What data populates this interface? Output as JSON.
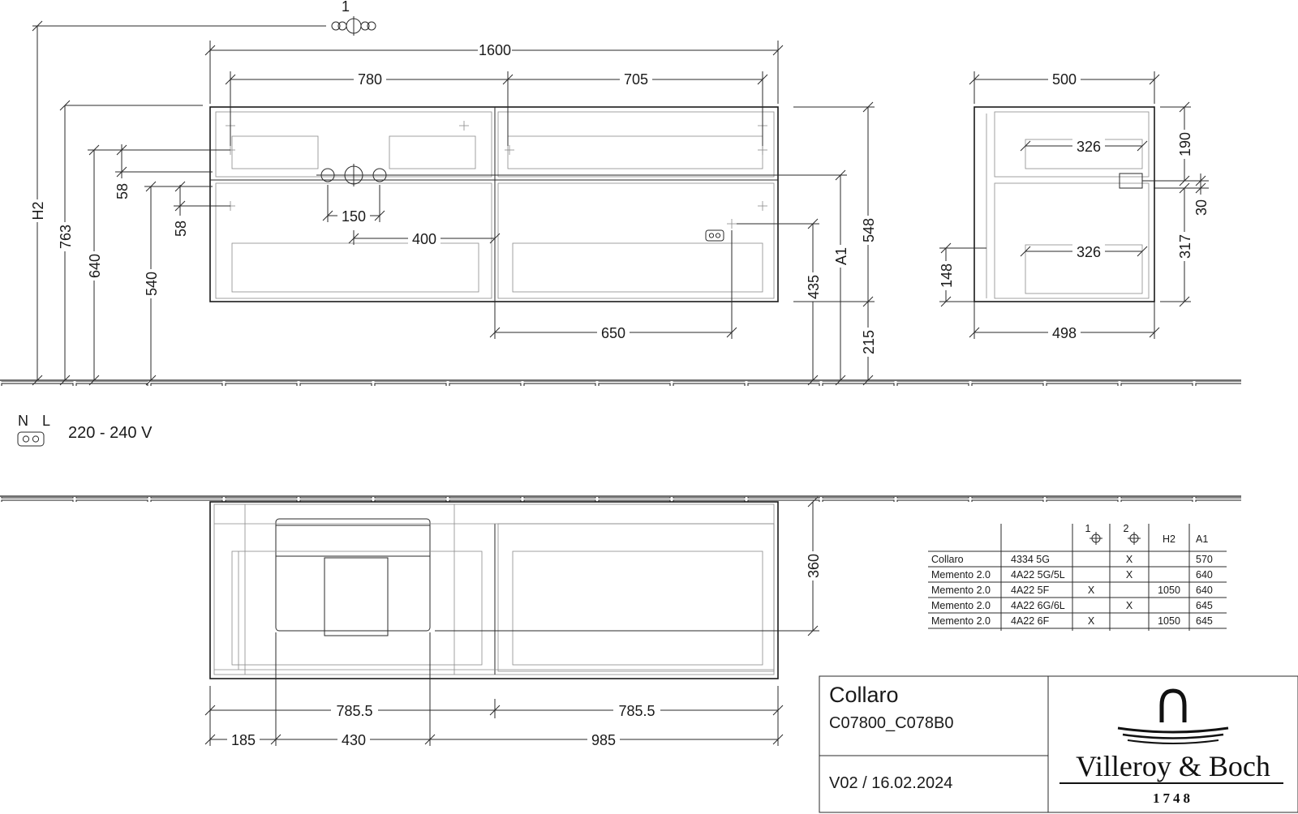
{
  "title_block": {
    "product": "Collaro",
    "code": "C07800_C078B0",
    "version": "V02 / 16.02.2024",
    "brand": "Villeroy & Boch",
    "year": "1748"
  },
  "supply": {
    "n_label": "N",
    "l_label": "L",
    "voltage": "220 - 240 V"
  },
  "callout": "1",
  "front_view": {
    "overall_width": "1600",
    "left_width": "780",
    "right_width": "705",
    "h2": "H2",
    "h763": "763",
    "h640": "640",
    "h540": "540",
    "v58a": "58",
    "v58b": "58",
    "tap_spacing": "150",
    "tap_offset": "400",
    "socket_offset": "650",
    "h435": "435",
    "a1": "A1",
    "h548": "548",
    "h215": "215"
  },
  "side_view": {
    "depth_top": "500",
    "depth_bottom": "498",
    "drawer_top": "326",
    "drawer_bottom": "326",
    "h190": "190",
    "h30": "30",
    "h317": "317",
    "h148": "148"
  },
  "plan_view": {
    "depth": "360",
    "half_left": "785.5",
    "half_right": "785.5",
    "seg1": "185",
    "seg2": "430",
    "seg3": "985"
  },
  "table": {
    "headers": [
      "",
      "",
      "1",
      "2",
      "H2",
      "A1"
    ],
    "rows": [
      [
        "Collaro",
        "4334 5G",
        "",
        "X",
        "",
        "570"
      ],
      [
        "Memento 2.0",
        "4A22 5G/5L",
        "",
        "X",
        "",
        "640"
      ],
      [
        "Memento 2.0",
        "4A22 5F",
        "X",
        "",
        "1050",
        "640"
      ],
      [
        "Memento 2.0",
        "4A22 6G/6L",
        "",
        "X",
        "",
        "645"
      ],
      [
        "Memento 2.0",
        "4A22 6F",
        "X",
        "",
        "1050",
        "645"
      ]
    ]
  }
}
